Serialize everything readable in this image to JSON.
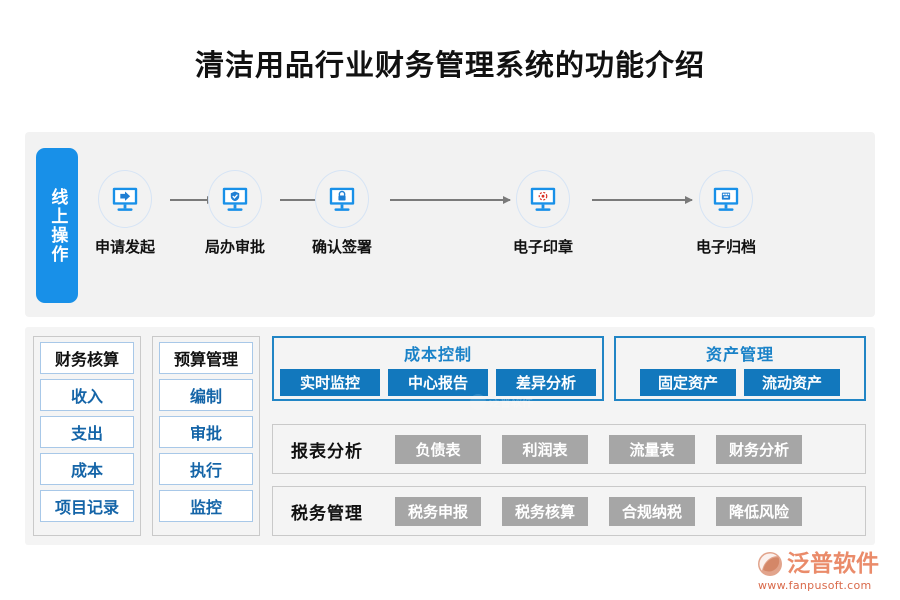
{
  "page": {
    "title": "清洁用品行业财务管理系统的功能介绍"
  },
  "flow": {
    "sidebar_label": "线上操作",
    "steps": [
      {
        "label": "申请发起",
        "icon": "monitor-arrow-icon"
      },
      {
        "label": "局办审批",
        "icon": "monitor-shield-check-icon"
      },
      {
        "label": "确认签署",
        "icon": "monitor-lock-icon"
      },
      {
        "label": "电子印章",
        "icon": "monitor-stamp-icon"
      },
      {
        "label": "电子归档",
        "icon": "monitor-archive-icon"
      }
    ]
  },
  "modules": {
    "col1": {
      "header": "财务核算",
      "items": [
        "收入",
        "支出",
        "成本",
        "项目记录"
      ]
    },
    "col2": {
      "header": "预算管理",
      "items": [
        "编制",
        "审批",
        "执行",
        "监控"
      ]
    },
    "cost_control": {
      "title": "成本控制",
      "buttons": [
        "实时监控",
        "中心报告",
        "差异分析"
      ]
    },
    "asset_management": {
      "title": "资产管理",
      "buttons": [
        "固定资产",
        "流动资产"
      ]
    },
    "report_analysis": {
      "label": "报表分析",
      "buttons": [
        "负债表",
        "利润表",
        "流量表",
        "财务分析"
      ]
    },
    "tax_management": {
      "label": "税务管理",
      "buttons": [
        "税务申报",
        "税务核算",
        "合规纳税",
        "降低风险"
      ]
    }
  },
  "watermark": {
    "text": "泛普软件"
  },
  "logo": {
    "name": "泛普软件",
    "url": "www.fanpusoft.com"
  },
  "colors": {
    "accent_blue": "#1890e8",
    "button_blue": "#1278bd",
    "title_blue": "#1a82c8",
    "cell_blue_text": "#1565a8",
    "chip_gray": "#a6a6a6",
    "panel_gray": "#f2f2f2",
    "logo_orange": "#ea8b6a",
    "logo_url_red": "#d9694a"
  }
}
